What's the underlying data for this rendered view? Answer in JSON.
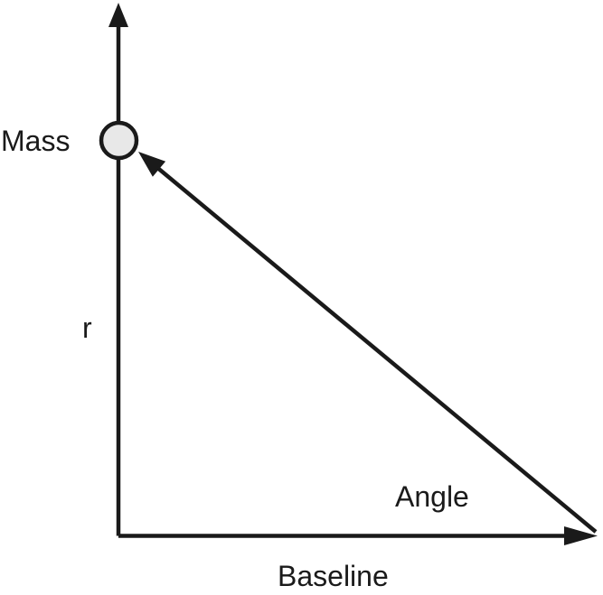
{
  "diagram": {
    "labels": {
      "mass": "Mass",
      "radius": "r",
      "angle": "Angle",
      "baseline": "Baseline"
    },
    "colors": {
      "line": "#1a1a1a",
      "mass_fill": "#e8e8e8",
      "background": "#ffffff"
    }
  }
}
